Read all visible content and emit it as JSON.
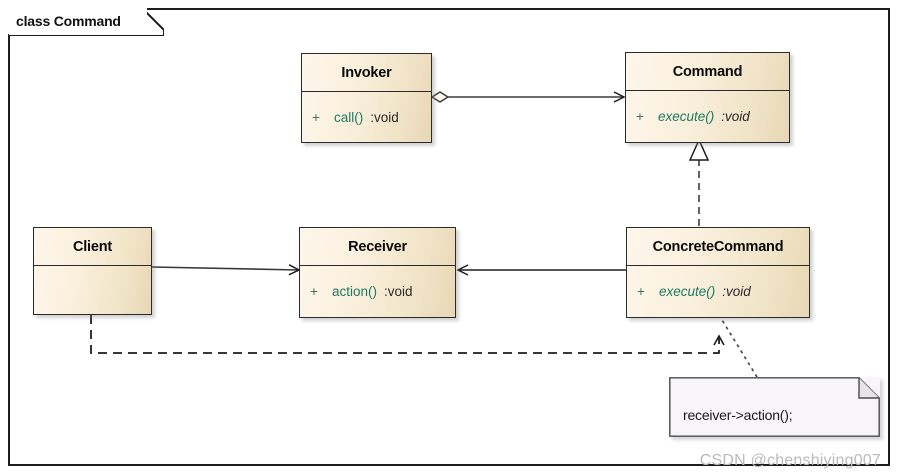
{
  "diagram": {
    "frame_label": "class Command",
    "watermark": "CSDN @chenshiying007",
    "classes": [
      {
        "id": "invoker",
        "name": "Invoker",
        "members": [
          {
            "visibility": "+",
            "name": "call()",
            "type": ":void",
            "abstract": false
          }
        ]
      },
      {
        "id": "command",
        "name": "Command",
        "members": [
          {
            "visibility": "+",
            "name": "execute()",
            "type": ":void",
            "abstract": true
          }
        ]
      },
      {
        "id": "client",
        "name": "Client",
        "members": []
      },
      {
        "id": "receiver",
        "name": "Receiver",
        "members": [
          {
            "visibility": "+",
            "name": "action()",
            "type": ":void",
            "abstract": false
          }
        ]
      },
      {
        "id": "concretecommand",
        "name": "ConcreteCommand",
        "members": [
          {
            "visibility": "+",
            "name": "execute()",
            "type": ":void",
            "abstract": true
          }
        ]
      }
    ],
    "note": {
      "text": "receiver->action();"
    },
    "relationships": [
      {
        "id": "invoker-command",
        "from": "Invoker",
        "to": "Command",
        "type": "aggregation-directed"
      },
      {
        "id": "concretecommand-command",
        "from": "ConcreteCommand",
        "to": "Command",
        "type": "realization"
      },
      {
        "id": "client-receiver",
        "from": "Client",
        "to": "Receiver",
        "type": "association-directed"
      },
      {
        "id": "concretecommand-receiver",
        "from": "ConcreteCommand",
        "to": "Receiver",
        "type": "association-directed"
      },
      {
        "id": "client-concretecommand",
        "from": "Client",
        "to": "ConcreteCommand",
        "type": "dependency"
      },
      {
        "id": "note-anchor",
        "from": "note",
        "to": "ConcreteCommand",
        "type": "note-link"
      }
    ],
    "colors": {
      "class_fill_light": "#fdf6ea",
      "class_fill_dark": "#e7d7b4",
      "class_border": "#2b2b2b",
      "member_name": "#1d7a63",
      "note_fill": "#f7f5f9",
      "frame_border": "#1d1d1d",
      "watermark": "#b9b9b9"
    }
  }
}
